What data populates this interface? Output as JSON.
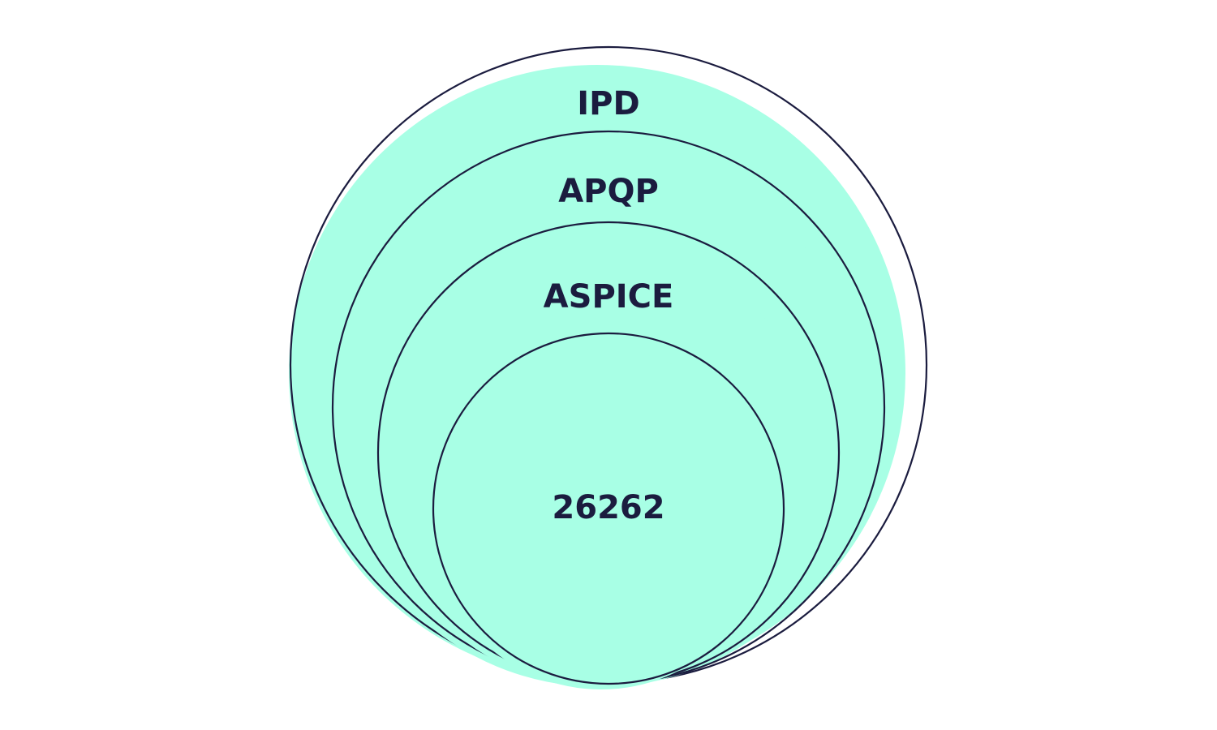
{
  "diagram": {
    "type": "nested-circles",
    "colors": {
      "fill": "#a8ffe5",
      "outline": "#1b1c3f",
      "text": "#1b1c3f",
      "background": "#ffffff"
    },
    "rings": [
      {
        "label": "IPD"
      },
      {
        "label": "APQP"
      },
      {
        "label": "ASPICE"
      },
      {
        "label": "26262"
      }
    ]
  }
}
